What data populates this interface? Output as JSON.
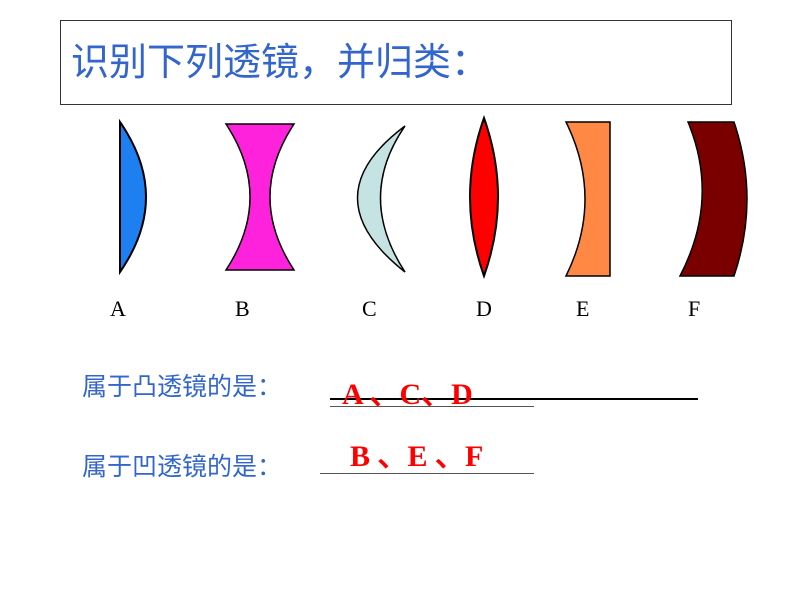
{
  "title": "识别下列透镜，并归类：",
  "lenses": [
    {
      "label": "A",
      "color": "#1e7ff0"
    },
    {
      "label": "B",
      "color": "#ff22dd"
    },
    {
      "label": "C",
      "color": "#c5e3e3"
    },
    {
      "label": "D",
      "color": "#ff0000"
    },
    {
      "label": "E",
      "color": "#ff8844"
    },
    {
      "label": "F",
      "color": "#7a0000"
    }
  ],
  "questions": [
    {
      "prompt": "属于凸透镜的是：",
      "answer": "A 、C、D"
    },
    {
      "prompt": "属于凹透镜的是：",
      "answer": "B 、E 、F"
    }
  ],
  "colors": {
    "title_text": "#3366cc",
    "answer_text": "#ff0000"
  }
}
